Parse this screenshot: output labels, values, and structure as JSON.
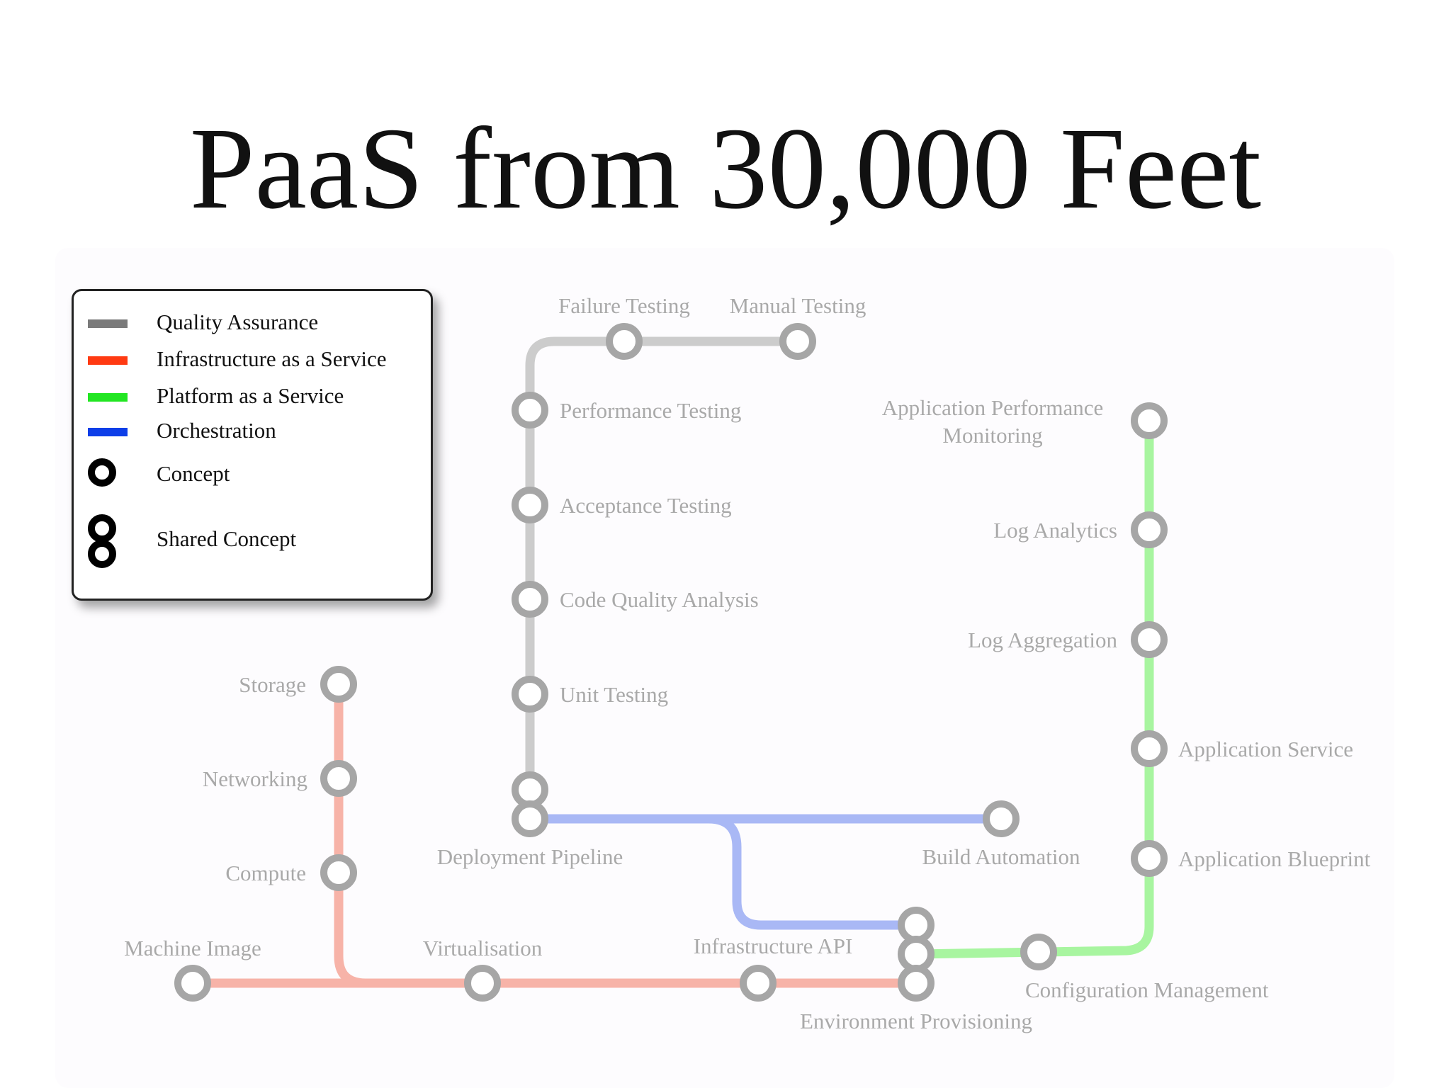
{
  "title": "PaaS from 30,000 Feet",
  "colors": {
    "qa_line": "#cccccc",
    "iaas_line": "#f7b3a8",
    "paas_line": "#a8f5a0",
    "orch_line": "#a9b8f5",
    "station_ring": "#a6a6a6",
    "legend_qa": "#7a7a7a",
    "legend_iaas": "#ff3a12",
    "legend_paas": "#22e622",
    "legend_orch": "#0d3ee8"
  },
  "legend": {
    "items": [
      {
        "label": "Quality Assurance",
        "color": "#7a7a7a",
        "icon": "line-swatch"
      },
      {
        "label": "Infrastructure as a Service",
        "color": "#ff3a12",
        "icon": "line-swatch"
      },
      {
        "label": "Platform as a Service",
        "color": "#22e622",
        "icon": "line-swatch"
      },
      {
        "label": "Orchestration",
        "color": "#0d3ee8",
        "icon": "line-swatch"
      },
      {
        "label": "Concept",
        "icon": "single-ring-icon"
      },
      {
        "label": "Shared Concept",
        "icon": "double-ring-icon"
      }
    ]
  },
  "lines": {
    "quality_assurance": [
      "Manual Testing",
      "Failure Testing",
      "Performance Testing",
      "Acceptance Testing",
      "Code Quality Analysis",
      "Unit Testing",
      "Deployment Pipeline"
    ],
    "infrastructure_as_a_service": [
      "Storage",
      "Networking",
      "Compute",
      "Machine Image",
      "Virtualisation",
      "Infrastructure API",
      "Environment Provisioning"
    ],
    "platform_as_a_service": [
      "Application Performance Monitoring",
      "Log Analytics",
      "Log Aggregation",
      "Application Service",
      "Application Blueprint",
      "Configuration Management",
      "Environment Provisioning"
    ],
    "orchestration": [
      "Deployment Pipeline",
      "Build Automation",
      "Environment Provisioning"
    ]
  },
  "stations": {
    "failure_testing": "Failure Testing",
    "manual_testing": "Manual Testing",
    "performance_testing": "Performance Testing",
    "acceptance_testing": "Acceptance Testing",
    "code_quality_analysis": "Code Quality Analysis",
    "unit_testing": "Unit Testing",
    "deployment_pipeline": "Deployment Pipeline",
    "build_automation": "Build Automation",
    "storage": "Storage",
    "networking": "Networking",
    "compute": "Compute",
    "machine_image": "Machine Image",
    "virtualisation": "Virtualisation",
    "infrastructure_api": "Infrastructure API",
    "environment_provisioning": "Environment Provisioning",
    "configuration_management": "Configuration Management",
    "apm_line1": "Application Performance",
    "apm_line2": "Monitoring",
    "log_analytics": "Log Analytics",
    "log_aggregation": "Log Aggregation",
    "application_service": "Application Service",
    "application_blueprint": "Application Blueprint"
  }
}
